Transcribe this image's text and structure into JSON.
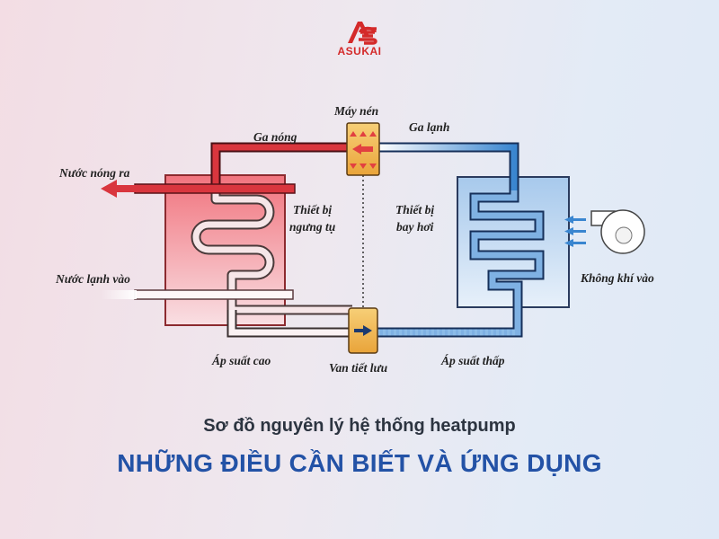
{
  "brand": {
    "name": "ASUKAI",
    "color": "#d42a2a"
  },
  "labels": {
    "compressor": "Máy nén",
    "hot_gas": "Ga nóng",
    "cold_gas": "Ga lạnh",
    "hot_water_out": "Nước nóng ra",
    "cold_water_in": "Nước lạnh vào",
    "condenser_line1": "Thiết bị",
    "condenser_line2": "ngưng tụ",
    "evaporator_line1": "Thiết bị",
    "evaporator_line2": "bay hơi",
    "air_in": "Không khí vào",
    "high_pressure": "Áp suất cao",
    "expansion_valve": "Van tiết lưu",
    "low_pressure": "Áp suất thấp"
  },
  "heading": {
    "subtitle": "Sơ đồ nguyên lý hệ thống heatpump",
    "title": "NHỮNG ĐIỀU CẦN BIẾT VÀ ỨNG DỤNG"
  },
  "colors": {
    "hot": "#d9363e",
    "cold": "#3a86d0",
    "title": "#2352a6",
    "component": "#f2b54a"
  }
}
